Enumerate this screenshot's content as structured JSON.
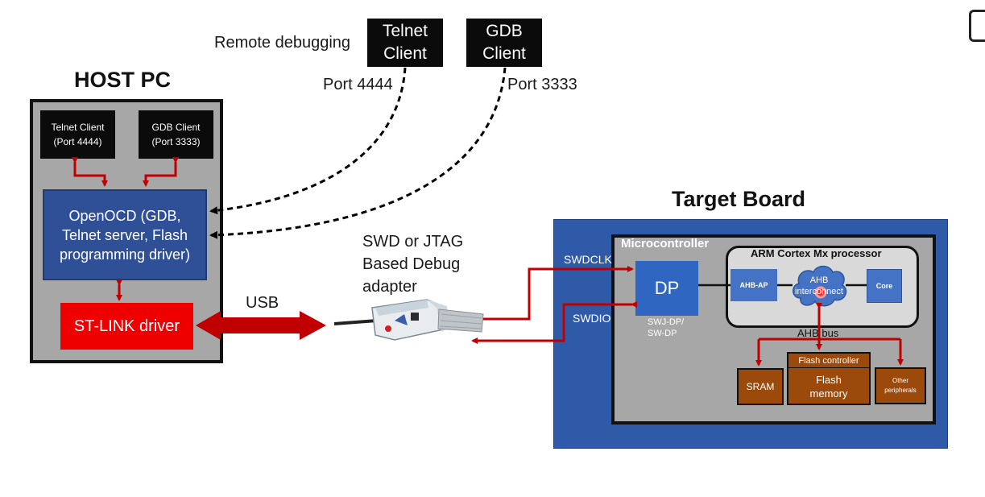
{
  "remote": {
    "label": "Remote debugging",
    "telnet_client": "Telnet Client",
    "gdb_client": "GDB Client",
    "port_telnet": "Port 4444",
    "port_gdb": "Port 3333"
  },
  "host": {
    "title": "HOST PC",
    "telnet_box": "Telnet Client (Port 4444)",
    "gdb_box": "GDB Client (Port 3333)",
    "openocd": "OpenOCD (GDB, Telnet server, Flash programming driver)",
    "stlink": "ST-LINK driver"
  },
  "link": {
    "usb": "USB",
    "adapter": "SWD or JTAG Based Debug adapter"
  },
  "target": {
    "title": "Target Board",
    "microcontroller": "Microcontroller",
    "swdclk": "SWDCLK",
    "swdio": "SWDIO",
    "dp": "DP",
    "dp_sub": "SWJ-DP/ SW-DP",
    "arm_title": "ARM Cortex Mx processor",
    "ahb_ap": "AHB-AP",
    "ahb_interconnect": "AHB interconnect",
    "core": "Core",
    "ahb_bus": "AHB bus",
    "sram": "SRAM",
    "flash_controller": "Flash controller",
    "flash_memory": "Flash memory",
    "other_peripherals": "Other peripherals"
  },
  "colors": {
    "arrow_red": "#c00000",
    "stlink_red": "#ee0000",
    "board_blue": "#2f5aa8",
    "openocd_blue": "#2f4f96",
    "module_brown": "#9c4a0b"
  }
}
